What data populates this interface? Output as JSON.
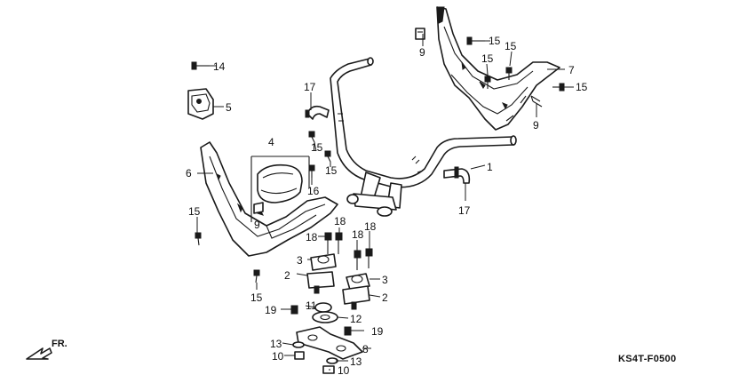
{
  "diagram": {
    "code": "KS4T-F0500",
    "direction_label": "FR.",
    "callouts": [
      {
        "id": "c1",
        "text": "1"
      },
      {
        "id": "c2a",
        "text": "2"
      },
      {
        "id": "c2b",
        "text": "2"
      },
      {
        "id": "c3a",
        "text": "3"
      },
      {
        "id": "c3b",
        "text": "3"
      },
      {
        "id": "c4",
        "text": "4"
      },
      {
        "id": "c5",
        "text": "5"
      },
      {
        "id": "c6",
        "text": "6"
      },
      {
        "id": "c7",
        "text": "7"
      },
      {
        "id": "c8",
        "text": "8"
      },
      {
        "id": "c9a",
        "text": "9"
      },
      {
        "id": "c9b",
        "text": "9"
      },
      {
        "id": "c9c",
        "text": "9"
      },
      {
        "id": "c10a",
        "text": "10"
      },
      {
        "id": "c10b",
        "text": "10"
      },
      {
        "id": "c11",
        "text": "11"
      },
      {
        "id": "c12",
        "text": "12"
      },
      {
        "id": "c13a",
        "text": "13"
      },
      {
        "id": "c13b",
        "text": "13"
      },
      {
        "id": "c14",
        "text": "14"
      },
      {
        "id": "c15a",
        "text": "15"
      },
      {
        "id": "c15b",
        "text": "15"
      },
      {
        "id": "c15c",
        "text": "15"
      },
      {
        "id": "c15d",
        "text": "15"
      },
      {
        "id": "c15e",
        "text": "15"
      },
      {
        "id": "c15f",
        "text": "15"
      },
      {
        "id": "c15g",
        "text": "15"
      },
      {
        "id": "c15h",
        "text": "15"
      },
      {
        "id": "c16",
        "text": "16"
      },
      {
        "id": "c17a",
        "text": "17"
      },
      {
        "id": "c17b",
        "text": "17"
      },
      {
        "id": "c18a",
        "text": "18"
      },
      {
        "id": "c18b",
        "text": "18"
      },
      {
        "id": "c18c",
        "text": "18"
      },
      {
        "id": "c18d",
        "text": "18"
      },
      {
        "id": "c19a",
        "text": "19"
      },
      {
        "id": "c19b",
        "text": "19"
      }
    ]
  }
}
